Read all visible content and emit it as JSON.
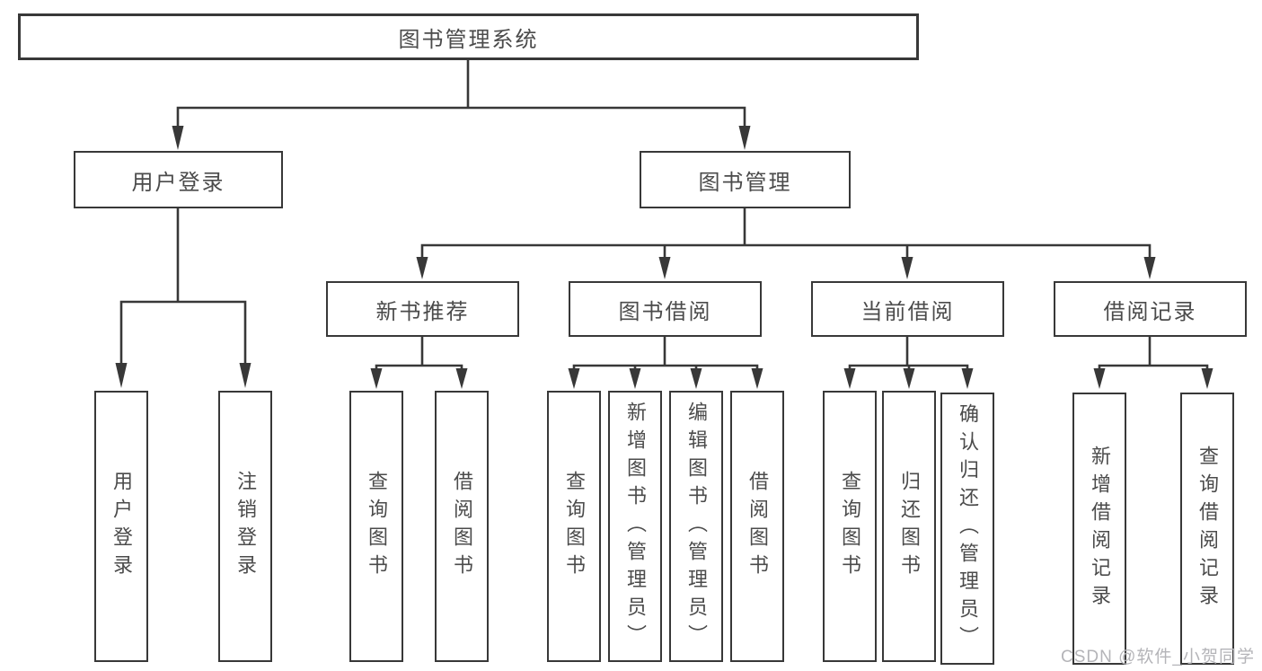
{
  "colors": {
    "line": "#383838",
    "box_border": "#383838",
    "box_fill": "#ffffff",
    "label_text": "#4b4b4b",
    "background": "#ffffff",
    "watermark_text": "#b4b4b8"
  },
  "watermark": {
    "text": "CSDN @软件_小贺同学"
  },
  "tree": {
    "root": {
      "label": "图书管理系统",
      "children": [
        {
          "label": "用户登录",
          "children": [
            {
              "label": "用户登录"
            },
            {
              "label": "注销登录"
            }
          ]
        },
        {
          "label": "图书管理",
          "children": [
            {
              "label": "新书推荐",
              "children": [
                {
                  "label": "查询图书"
                },
                {
                  "label": "借阅图书"
                }
              ]
            },
            {
              "label": "图书借阅",
              "children": [
                {
                  "label": "查询图书"
                },
                {
                  "label": "新增图书（管理员）"
                },
                {
                  "label": "编辑图书（管理员）"
                },
                {
                  "label": "借阅图书"
                }
              ]
            },
            {
              "label": "当前借阅",
              "children": [
                {
                  "label": "查询图书"
                },
                {
                  "label": "归还图书"
                },
                {
                  "label": "确认归还（管理员）"
                }
              ]
            },
            {
              "label": "借阅记录",
              "children": [
                {
                  "label": "新增借阅记录"
                },
                {
                  "label": "查询借阅记录"
                }
              ]
            }
          ]
        }
      ]
    }
  }
}
